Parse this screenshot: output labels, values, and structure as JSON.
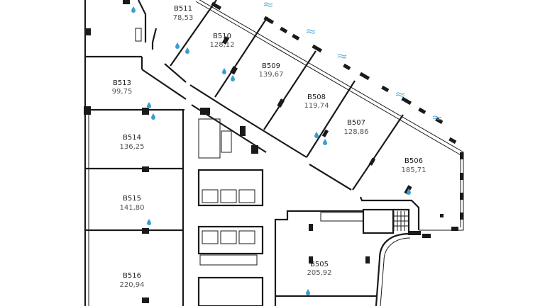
{
  "plan": {
    "rooms": [
      {
        "id": "B511",
        "area": "78,53"
      },
      {
        "id": "B510",
        "area": "128,12"
      },
      {
        "id": "B509",
        "area": "139,67"
      },
      {
        "id": "B508",
        "area": "119,74"
      },
      {
        "id": "B507",
        "area": "128,86"
      },
      {
        "id": "B506",
        "area": "185,71"
      },
      {
        "id": "B513",
        "area": "99,75"
      },
      {
        "id": "B514",
        "area": "136,25"
      },
      {
        "id": "B515",
        "area": "141,80"
      },
      {
        "id": "B516",
        "area": "220,94"
      },
      {
        "id": "B505",
        "area": "205,92"
      }
    ],
    "colors": {
      "walls": "#1a1a1a",
      "water": "#3a9fd0",
      "area_text": "#555555"
    }
  }
}
